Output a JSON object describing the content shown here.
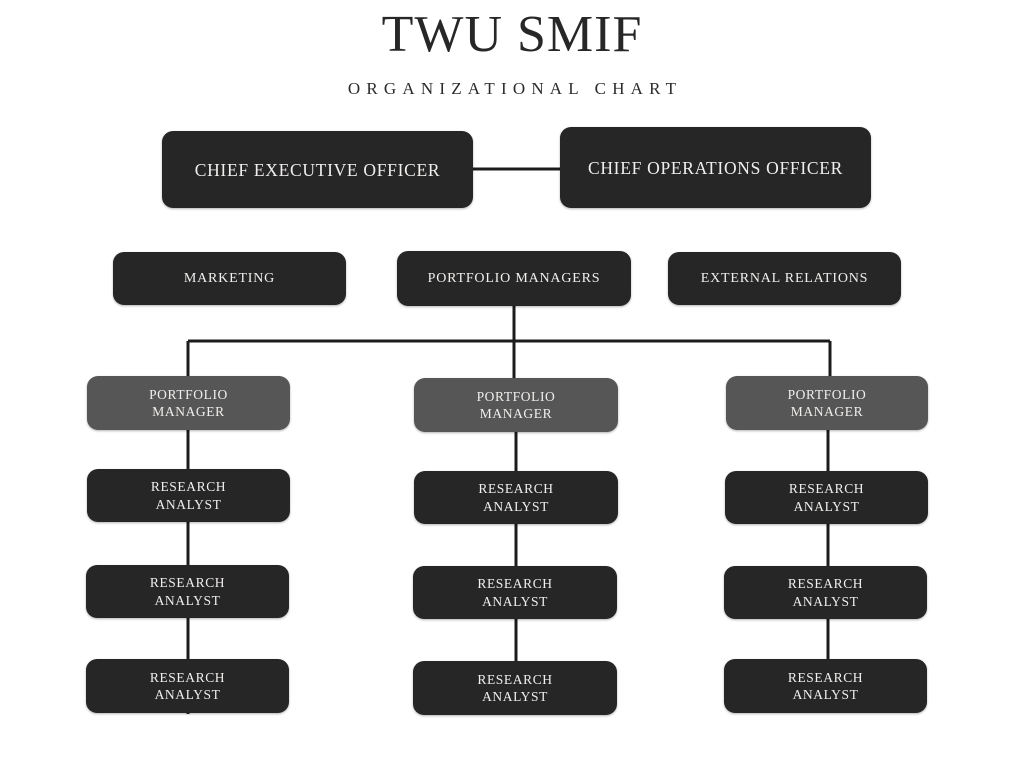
{
  "header": {
    "title": "TWU SMIF",
    "subtitle": "ORGANIZATIONAL CHART"
  },
  "colors": {
    "background": "#ffffff",
    "box_dark": "#262626",
    "box_gray": "#565656",
    "text_light": "#f1efed",
    "text_dark": "#272727",
    "connector": "#1c1c1c"
  },
  "chart_data": {
    "type": "diagram",
    "title": "TWU SMIF",
    "subtitle": "ORGANIZATIONAL CHART",
    "orientation": "top-down",
    "levels": [
      {
        "level": 1,
        "nodes": [
          {
            "id": "ceo",
            "label": "CHIEF EXECUTIVE OFFICER",
            "style": "dark"
          },
          {
            "id": "coo",
            "label": "CHIEF OPERATIONS OFFICER",
            "style": "dark"
          }
        ]
      },
      {
        "level": 2,
        "nodes": [
          {
            "id": "marketing",
            "label": "MARKETING",
            "style": "dark"
          },
          {
            "id": "portfolio-managers",
            "label": "PORTFOLIO MANAGERS",
            "style": "dark"
          },
          {
            "id": "external-relations",
            "label": "EXTERNAL RELATIONS",
            "style": "dark"
          }
        ]
      },
      {
        "level": 3,
        "nodes": [
          {
            "id": "pm-1",
            "label": "PORTFOLIO\nMANAGER",
            "style": "gray"
          },
          {
            "id": "pm-2",
            "label": "PORTFOLIO\nMANAGER",
            "style": "gray"
          },
          {
            "id": "pm-3",
            "label": "PORTFOLIO\nMANAGER",
            "style": "gray"
          }
        ]
      },
      {
        "level": 4,
        "nodes": [
          {
            "id": "ra-1-1",
            "label": "RESEARCH\nANALYST",
            "style": "dark"
          },
          {
            "id": "ra-2-1",
            "label": "RESEARCH\nANALYST",
            "style": "dark"
          },
          {
            "id": "ra-3-1",
            "label": "RESEARCH\nANALYST",
            "style": "dark"
          }
        ]
      },
      {
        "level": 5,
        "nodes": [
          {
            "id": "ra-1-2",
            "label": "RESEARCH\nANALYST",
            "style": "dark"
          },
          {
            "id": "ra-2-2",
            "label": "RESEARCH\nANALYST",
            "style": "dark"
          },
          {
            "id": "ra-3-2",
            "label": "RESEARCH\nANALYST",
            "style": "dark"
          }
        ]
      },
      {
        "level": 6,
        "nodes": [
          {
            "id": "ra-1-3",
            "label": "RESEARCH\nANALYST",
            "style": "dark"
          },
          {
            "id": "ra-2-3",
            "label": "RESEARCH\nANALYST",
            "style": "dark"
          },
          {
            "id": "ra-3-3",
            "label": "RESEARCH\nANALYST",
            "style": "dark"
          }
        ]
      }
    ],
    "edges": [
      {
        "from": "ceo",
        "to": "coo",
        "kind": "peer-horizontal"
      },
      {
        "from": "portfolio-managers",
        "to": "pm-1",
        "kind": "elbow"
      },
      {
        "from": "portfolio-managers",
        "to": "pm-2",
        "kind": "straight"
      },
      {
        "from": "portfolio-managers",
        "to": "pm-3",
        "kind": "elbow"
      },
      {
        "from": "pm-1",
        "to": "ra-1-1",
        "kind": "straight"
      },
      {
        "from": "ra-1-1",
        "to": "ra-1-2",
        "kind": "straight"
      },
      {
        "from": "ra-1-2",
        "to": "ra-1-3",
        "kind": "straight"
      },
      {
        "from": "pm-2",
        "to": "ra-2-1",
        "kind": "straight"
      },
      {
        "from": "ra-2-1",
        "to": "ra-2-2",
        "kind": "straight"
      },
      {
        "from": "ra-2-2",
        "to": "ra-2-3",
        "kind": "straight"
      },
      {
        "from": "pm-3",
        "to": "ra-3-1",
        "kind": "straight"
      },
      {
        "from": "ra-3-1",
        "to": "ra-3-2",
        "kind": "straight"
      },
      {
        "from": "ra-3-2",
        "to": "ra-3-3",
        "kind": "straight"
      }
    ]
  },
  "executives": {
    "ceo": "CHIEF EXECUTIVE OFFICER",
    "coo": "CHIEF OPERATIONS OFFICER"
  },
  "departments": {
    "marketing": "MARKETING",
    "portfolio_managers": "PORTFOLIO MANAGERS",
    "external_relations": "EXTERNAL RELATIONS"
  },
  "columns": [
    {
      "manager": "PORTFOLIO\nMANAGER",
      "analysts": [
        "RESEARCH\nANALYST",
        "RESEARCH\nANALYST",
        "RESEARCH\nANALYST"
      ]
    },
    {
      "manager": "PORTFOLIO\nMANAGER",
      "analysts": [
        "RESEARCH\nANALYST",
        "RESEARCH\nANALYST",
        "RESEARCH\nANALYST"
      ]
    },
    {
      "manager": "PORTFOLIO\nMANAGER",
      "analysts": [
        "RESEARCH\nANALYST",
        "RESEARCH\nANALYST",
        "RESEARCH\nANALYST"
      ]
    }
  ]
}
